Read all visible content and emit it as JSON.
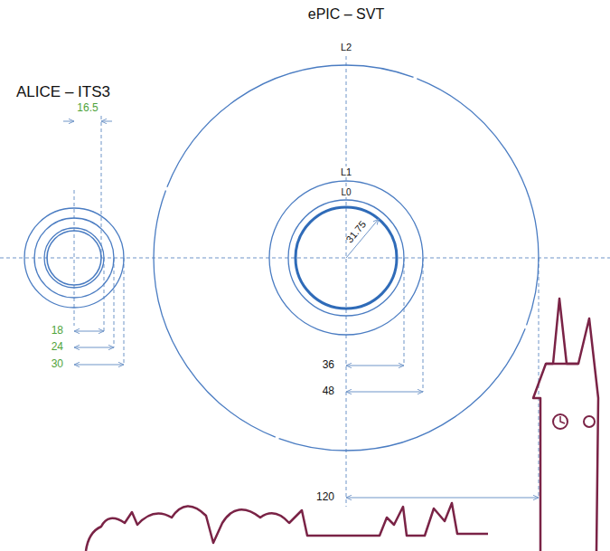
{
  "diagram": {
    "labels": [
      "ePIC – SVT",
      "ALICE – ITS3",
      "16.5",
      "18",
      "24",
      "30",
      "L2",
      "L1",
      "L0",
      "31.75",
      "36",
      "48",
      "120"
    ]
  }
}
